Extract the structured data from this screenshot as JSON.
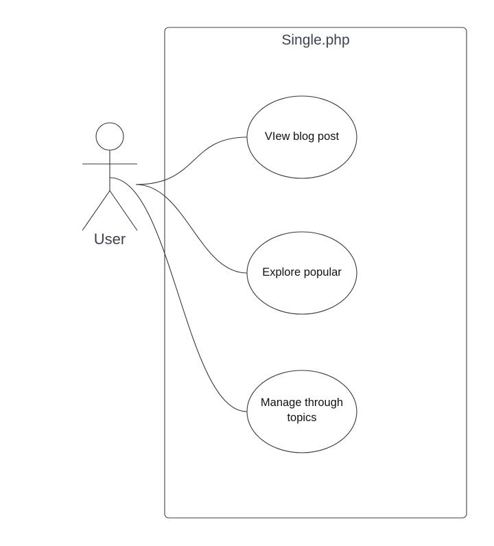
{
  "system": {
    "title": "Single.php"
  },
  "actor": {
    "label": "User"
  },
  "use_cases": [
    {
      "id": "view",
      "lines": [
        "VIew blog post"
      ]
    },
    {
      "id": "explore",
      "lines": [
        "Explore popular"
      ]
    },
    {
      "id": "manage",
      "lines": [
        "Manage through",
        "topics"
      ]
    }
  ],
  "associations": [
    {
      "from": "User",
      "to": "view"
    },
    {
      "from": "User",
      "to": "explore"
    },
    {
      "from": "User",
      "to": "manage"
    }
  ],
  "colors": {
    "stroke": "#2f3640",
    "title_text": "#3a4350",
    "use_case_text": "#111111"
  }
}
